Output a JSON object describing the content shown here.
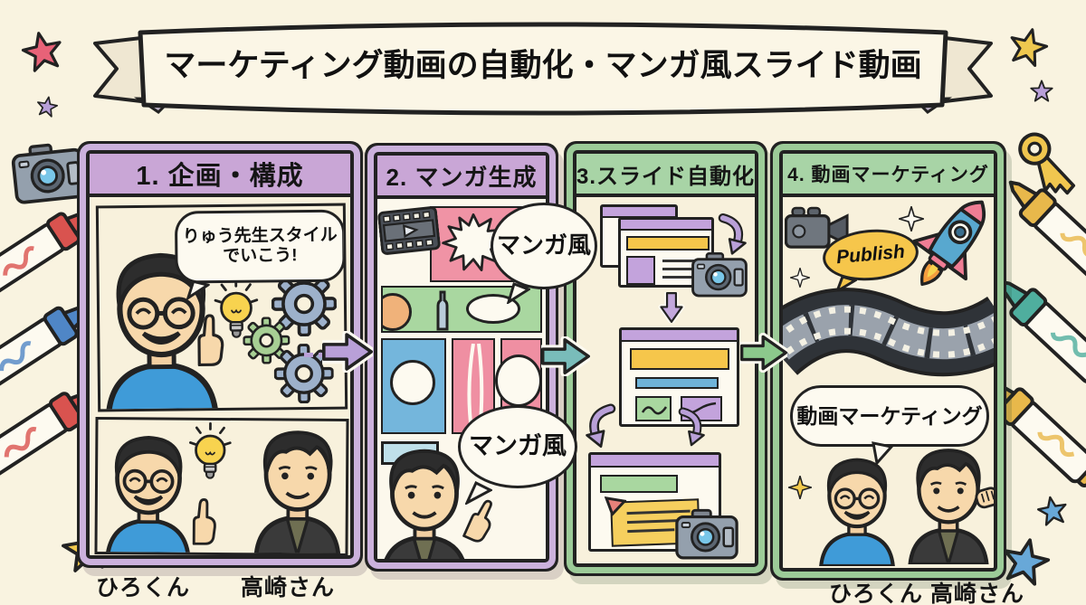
{
  "banner": {
    "title": "マーケティング動画の自動化・マンガ風スライド動画"
  },
  "steps": [
    {
      "header": "1. 企画・構成",
      "speech_lines": [
        "りゅう先生スタイル",
        "でいこう!"
      ],
      "caption_left": "ひろくん",
      "caption_right": "高崎さん"
    },
    {
      "header": "2. マンガ生成",
      "bubble_top": "マンガ風",
      "bubble_bottom": "マンガ風"
    },
    {
      "header": "3.スライド自動化"
    },
    {
      "header": "4. 動画マーケティング",
      "publish_label": "Publish",
      "speech_bubble": "動画マーケティング",
      "caption_left": "ひろくん",
      "caption_right": "高崎さん"
    }
  ],
  "colors": {
    "background": "#f9f3e0",
    "panel_background": "#f8f1dc",
    "outline": "#222222",
    "header_purple": "#c9a6d6",
    "frame_purple": "#cbb1dc",
    "header_green": "#a8d4a6",
    "frame_green": "#9ccb98",
    "arrow_purple": "#b9a0d8",
    "arrow_teal": "#79bcba",
    "arrow_green": "#8cc98c",
    "publish_yellow": "#f6c64b",
    "manga_pink": "#f093a5",
    "manga_green": "#a9d7a0",
    "manga_blue": "#74b6dc",
    "slide_yellow": "#f6c64b",
    "gear_blue": "#9db1cb",
    "gear_green": "#a7cf94"
  }
}
